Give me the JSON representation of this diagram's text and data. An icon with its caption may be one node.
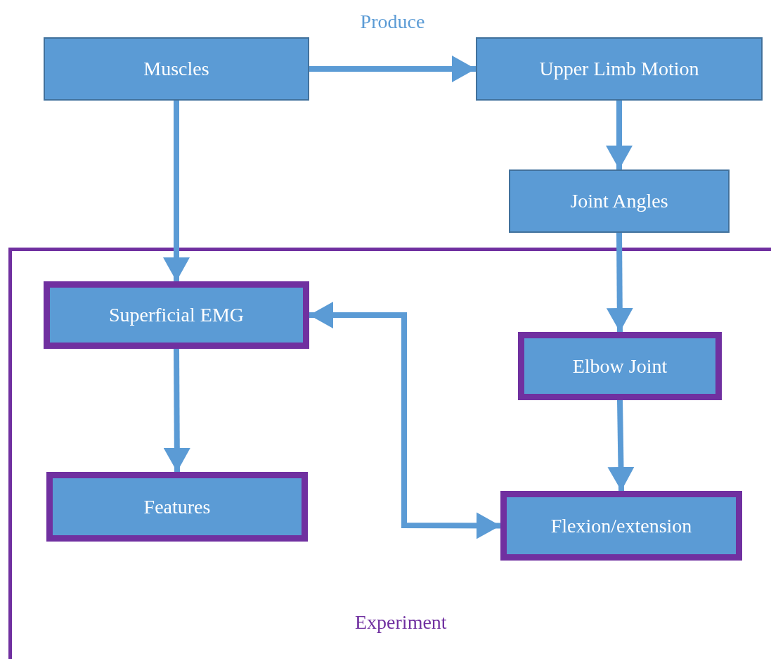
{
  "diagram": {
    "nodes": [
      {
        "text": [
          "Muscles"
        ]
      },
      {
        "text": [
          "Upper Limb Motion"
        ]
      },
      {
        "text": [
          "Joint Angles"
        ]
      },
      {
        "text": [
          "Experiment"
        ]
      },
      {
        "text": [
          "Superficial EMG"
        ],
        "in": 3
      },
      {
        "text": [
          "Elbow Joint"
        ],
        "in": 3
      },
      {
        "text": [
          "Features"
        ],
        "in": 3
      },
      {
        "text": [
          "Flexion/extension"
        ],
        "in": 3
      }
    ],
    "edges": [
      {
        "from": 0,
        "to": 1,
        "arrow": "to",
        "label": "Produce"
      },
      {
        "from": 1,
        "to": 2,
        "arrow": "to"
      },
      {
        "from": 0,
        "to": 4,
        "arrow": "to"
      },
      {
        "from": 2,
        "to": 5,
        "arrow": "to"
      },
      {
        "from": 4,
        "to": 6,
        "arrow": "to"
      },
      {
        "from": 5,
        "to": 7,
        "arrow": "to"
      },
      {
        "from": 4,
        "to": 7,
        "arrow": "both"
      }
    ]
  }
}
